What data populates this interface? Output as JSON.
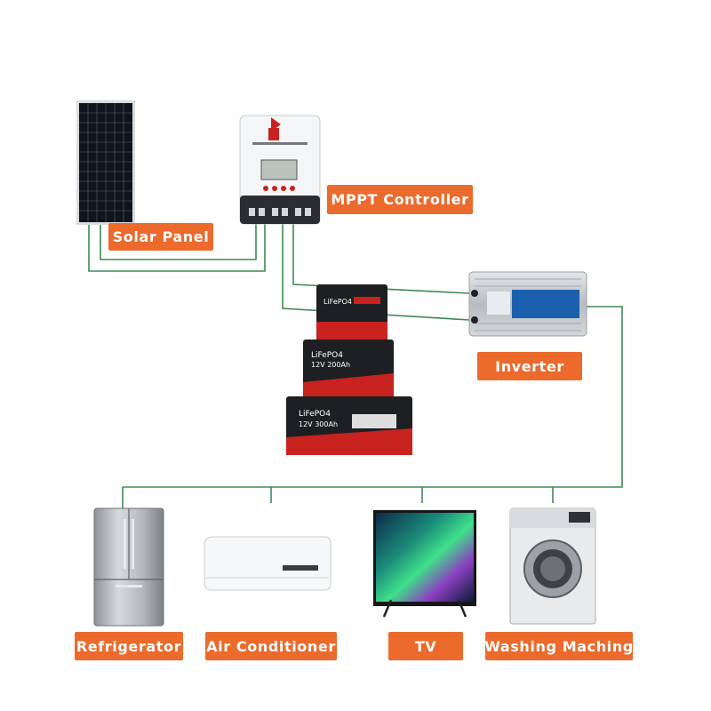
{
  "labels": {
    "solar_panel": "Solar Panel",
    "mppt_controller": "MPPT Controller",
    "inverter": "Inverter",
    "refrigerator": "Refrigerator",
    "air_conditioner": "Air Conditioner",
    "tv": "TV",
    "washing_machine": "Washing Maching"
  },
  "batteries": {
    "small": {
      "chem": "LiFePO4",
      "spec": ""
    },
    "medium": {
      "chem": "LiFePO4",
      "spec": "12V 200Ah"
    },
    "large": {
      "chem": "LiFePO4",
      "spec": "12V 300Ah"
    }
  },
  "colors": {
    "label_bg": "#ec6a2c",
    "wire": "#3d8a56",
    "battery_red": "#c8231f"
  }
}
